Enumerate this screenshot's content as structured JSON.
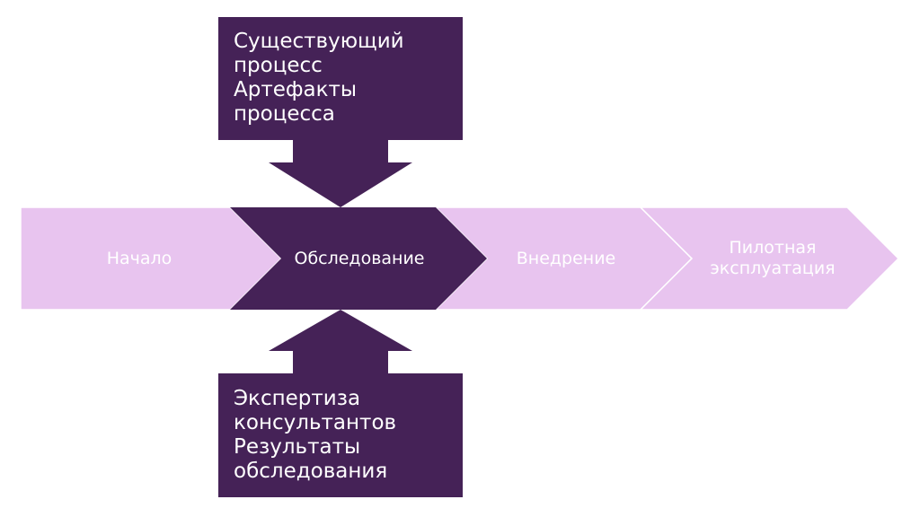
{
  "colors": {
    "dark": "#452257",
    "light": "#e8c4ef",
    "divider": "#ffffff",
    "text": "#ffffff"
  },
  "input_box": {
    "lines": [
      "Существующий",
      "процесс",
      "Артефакты",
      "процесса"
    ]
  },
  "output_box": {
    "lines": [
      "Экспертиза",
      "консультантов",
      "Результаты",
      "обследования"
    ]
  },
  "stages": [
    {
      "lines": [
        "Начало"
      ],
      "active": false
    },
    {
      "lines": [
        "Обследование"
      ],
      "active": true
    },
    {
      "lines": [
        "Внедрение"
      ],
      "active": false
    },
    {
      "lines": [
        "Пилотная",
        "эксплуатация"
      ],
      "active": false
    }
  ]
}
